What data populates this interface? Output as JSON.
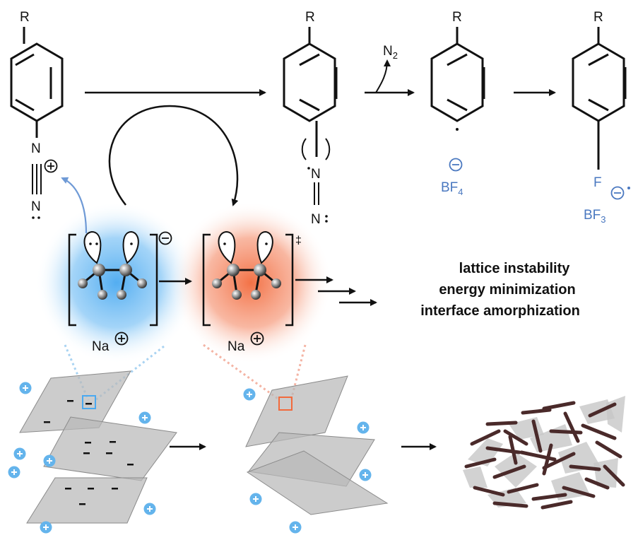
{
  "labels": {
    "r1": "R",
    "r2": "R",
    "r3": "R",
    "r4": "R",
    "n2_gas": "N",
    "n2_gas_sub": "2",
    "n_a1": "N",
    "n_a2": "N",
    "n_b1": "N",
    "n_b2": "N",
    "bf4": "BF",
    "bf4_sub": "4",
    "f": "F",
    "bf3": "BF",
    "bf3_sub": "3",
    "na_left": "Na",
    "na_right": "Na"
  },
  "effects": [
    "lattice instability",
    "energy minimization",
    "interface amorphization"
  ],
  "colors": {
    "blue_glow": "#4aa9f0",
    "orange_glow": "#f26a3c",
    "blue_text": "#4a78c0",
    "cation_blue": "#64b4ec",
    "sheet_gray": "#b9b9b9",
    "fragment_dark": "#4a2a2a"
  }
}
